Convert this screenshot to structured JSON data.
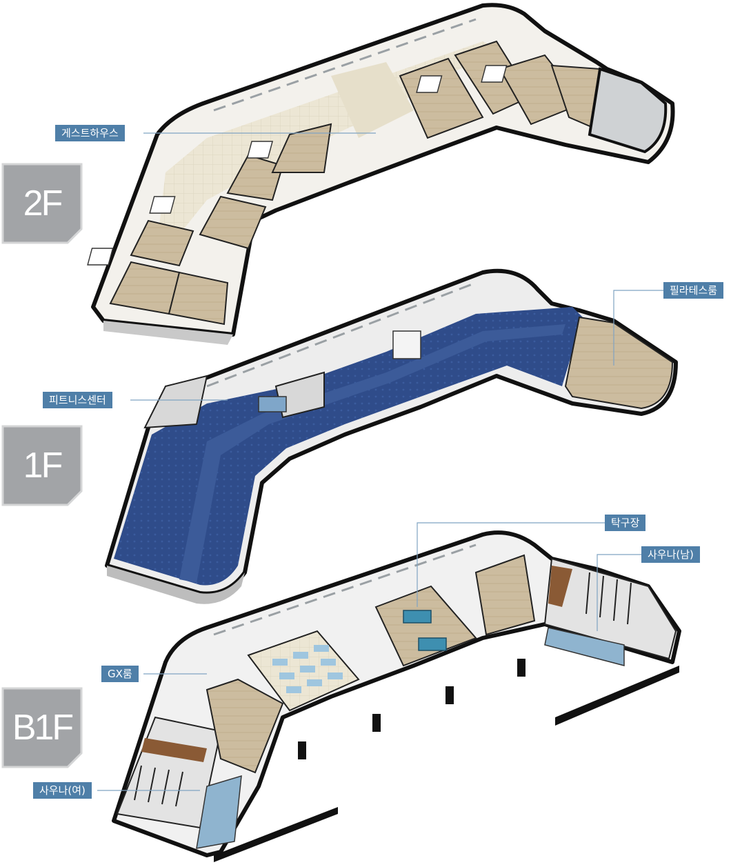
{
  "floors": {
    "f2": {
      "label": "2F"
    },
    "f1": {
      "label": "1F"
    },
    "b1": {
      "label": "B1F"
    }
  },
  "callouts": {
    "guesthouse": "게스트하우스",
    "pilates": "필라테스룸",
    "fitness": "피트니스센터",
    "table_tennis": "탁구장",
    "sauna_men": "사우나(남)",
    "gx": "GX룸",
    "sauna_women": "사우나(여)"
  },
  "colors": {
    "badge": "#a2a4a7",
    "callout": "#4f7fa8",
    "leader": "#7fa3c2",
    "wall": "#151515",
    "floor_wood": "#c9b99b",
    "floor_tile": "#e9e2cf",
    "gym_carpet": "#2d4a86",
    "pool_water": "#8fb4cf",
    "gx_mat": "#9fc6df",
    "ping_pong": "#3e8fb0"
  }
}
